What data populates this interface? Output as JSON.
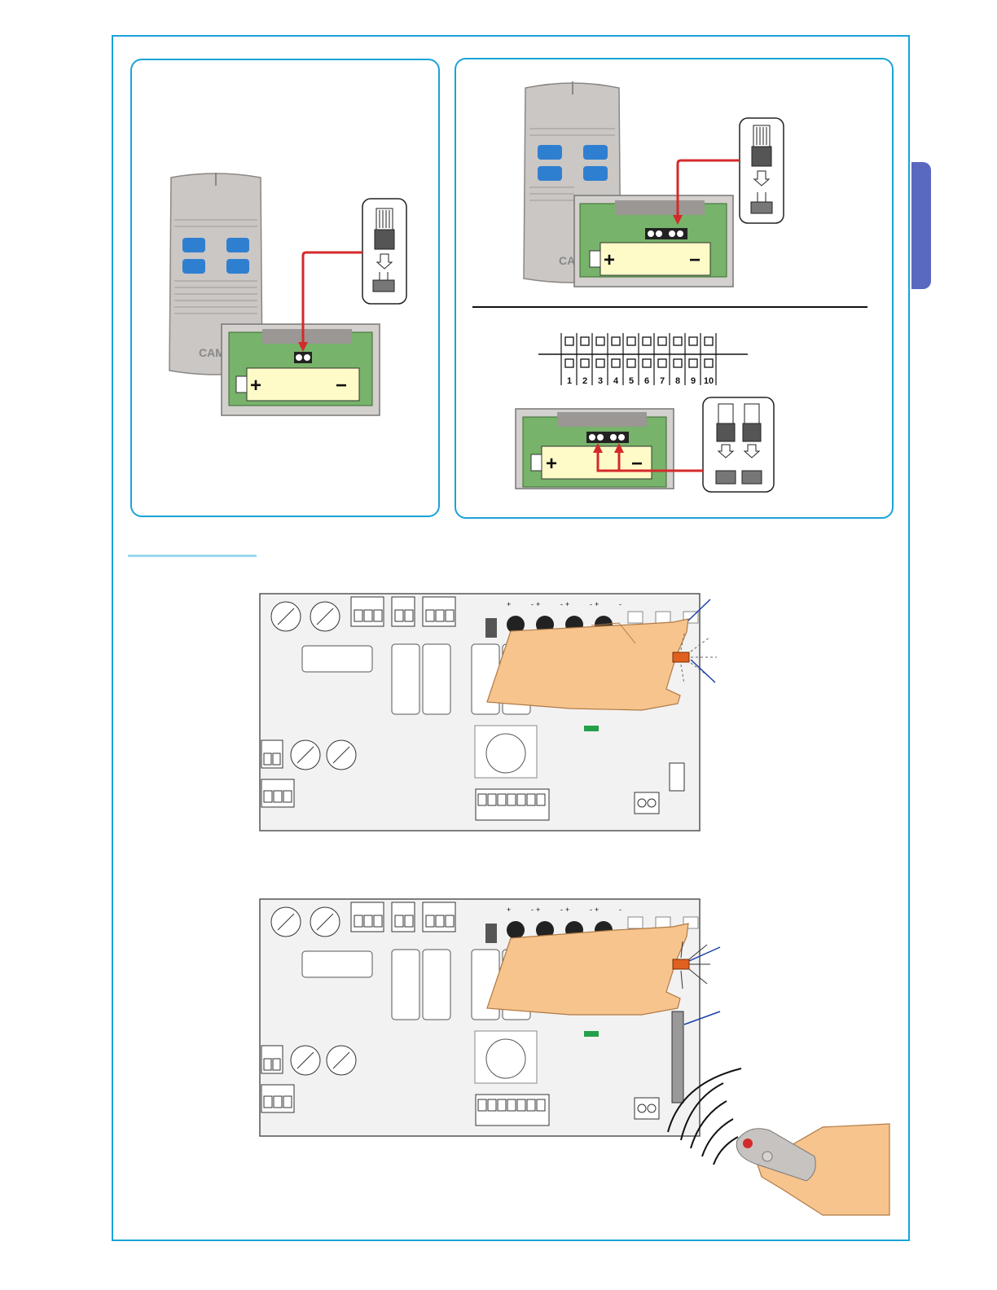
{
  "remote": {
    "brand": "CAME",
    "battery_plus": "+",
    "battery_minus": "−"
  },
  "dip_strip": {
    "numbers": [
      "1",
      "2",
      "3",
      "4",
      "5",
      "6",
      "7",
      "8",
      "9",
      "10"
    ]
  },
  "board": {
    "trimmer_signs": [
      "+",
      "-",
      "+",
      "-",
      "+",
      "-",
      "+",
      "-"
    ]
  },
  "colors": {
    "frame": "#1aa3d9",
    "side_tab": "#5a68c0",
    "arrow": "#d42a2a",
    "button": "#2f7fd1",
    "pcb": "#77b36a",
    "battery": "#fffbc8",
    "hand": "#f7c48e",
    "callout": "#1a3fa8"
  },
  "icons": [
    "remote-transmitter-icon",
    "jumper-plug-icon",
    "control-board-icon",
    "hand-icon",
    "radio-wave-icon"
  ]
}
